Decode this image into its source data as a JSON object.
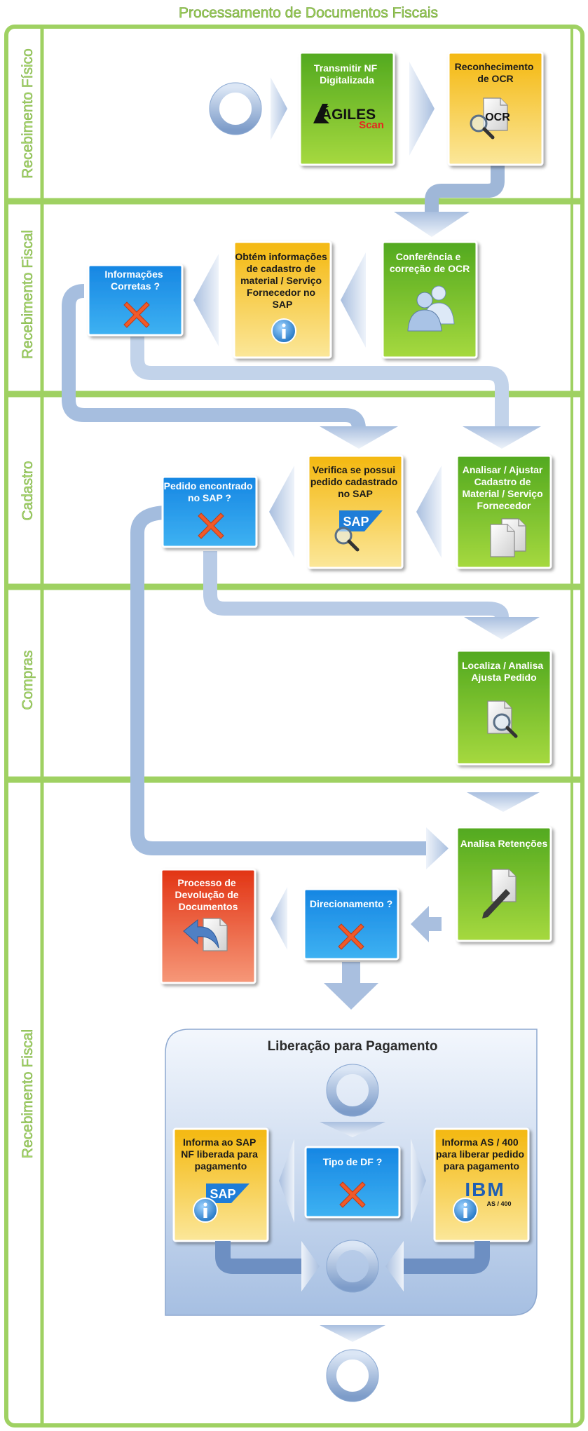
{
  "title": "Processamento de Documentos Fiscais",
  "lanes": [
    {
      "label": "Recebimento Físico"
    },
    {
      "label": "Recebimento Fiscal"
    },
    {
      "label": "Cadastro"
    },
    {
      "label": "Compras"
    },
    {
      "label": "Recebimento Fiscal"
    }
  ],
  "boxes": {
    "transmitir": {
      "lines": [
        "Transmitir NF",
        "Digitalizada"
      ],
      "logo_top": "ÁGILES",
      "logo_bottom": "Scan"
    },
    "ocr": {
      "lines": [
        "Reconhecimento",
        "de OCR"
      ],
      "logo": "OCR"
    },
    "conferencia": {
      "lines": [
        "Conferência e",
        "correção de OCR"
      ]
    },
    "obtem": {
      "lines": [
        "Obtém informações",
        "de cadastro de",
        "material / Serviço",
        "Fornecedor no",
        "SAP"
      ]
    },
    "informacoes": {
      "lines": [
        "Informações",
        "Corretas ?"
      ]
    },
    "analisar": {
      "lines": [
        "Analisar / Ajustar",
        "Cadastro de",
        "Material / Serviço",
        "Fornecedor"
      ]
    },
    "verifica": {
      "lines": [
        "Verifica se possui",
        "pedido cadastrado",
        "no SAP"
      ],
      "logo": "SAP"
    },
    "pedido": {
      "lines": [
        "Pedido encontrado",
        "no SAP ?"
      ]
    },
    "localiza": {
      "lines": [
        "Localiza / Analisa",
        "Ajusta Pedido"
      ]
    },
    "retencoes": {
      "lines": [
        "Analisa Retenções"
      ]
    },
    "direcionamento": {
      "lines": [
        "Direcionamento ?"
      ]
    },
    "devolucao": {
      "lines": [
        "Processo de",
        "Devolução de",
        "Documentos"
      ]
    },
    "informa_sap": {
      "lines": [
        "Informa ao SAP",
        "NF liberada para",
        "pagamento"
      ],
      "logo": "SAP"
    },
    "tipo_df": {
      "lines": [
        "Tipo de DF ?"
      ]
    },
    "informa_as400": {
      "lines": [
        "Informa AS / 400",
        "para liberar pedido",
        "para pagamento"
      ],
      "logo": "IBM",
      "logo_sub": "AS / 400"
    }
  },
  "liberacao": {
    "title": "Liberação para Pagamento"
  },
  "colors": {
    "lane_border": "#9fd162",
    "green": "#6fb92b",
    "yellow": "#f7c51c",
    "blue": "#2596e6",
    "red": "#e8421d",
    "cross": "#f05a2a",
    "flow": "#9fb7d8"
  }
}
